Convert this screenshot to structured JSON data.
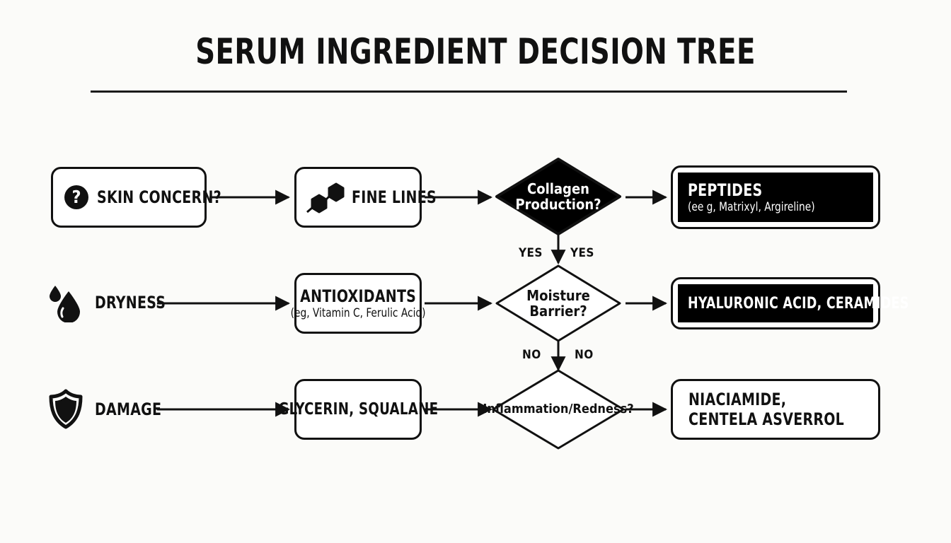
{
  "page": {
    "title": "SERUM INGREDIENT DECISION TREE",
    "background_color": "#fbfbf9",
    "ink_color": "#111111"
  },
  "rows": [
    {
      "start": {
        "label": "SKIN CONCERN?",
        "icon": "question-mark-circle-icon",
        "boxed": true
      },
      "step": {
        "label": "FINE LINES",
        "sublabel": "",
        "icon": "molecule-icon"
      },
      "decision": {
        "label_line1": "Collagen",
        "label_line2": "Production?",
        "style": "filled"
      },
      "result": {
        "label": "PEPTIDES",
        "sublabel": "(ee g, Matrixyl, Argireline)",
        "style": "black"
      }
    },
    {
      "start": {
        "label": "DRYNESS",
        "icon": "water-drop-icon",
        "boxed": false
      },
      "step": {
        "label": "ANTIOXIDANTS",
        "sublabel": "(eg, Vitamin C, Ferulic Acid)",
        "icon": ""
      },
      "decision": {
        "label_line1": "Moisture",
        "label_line2": "Barrier?",
        "style": "open"
      },
      "result": {
        "label": "HYALURONIC ACID, CERAMIDES",
        "sublabel": "",
        "style": "black"
      }
    },
    {
      "start": {
        "label": "DAMAGE",
        "icon": "shield-icon",
        "boxed": false
      },
      "step": {
        "label": "GLYCERIN, SQUALANE",
        "sublabel": "",
        "icon": ""
      },
      "decision": {
        "label_line1": "Inflammation/Redness?",
        "label_line2": "",
        "style": "open"
      },
      "result": {
        "label_line1": "NIACIAMIDE,",
        "label_line2": "CENTELA ASVERROL",
        "style": "outline"
      }
    }
  ],
  "edge_labels": {
    "yes_left": "YES",
    "yes_right": "YES",
    "no_left": "NO",
    "no_right": "NO"
  }
}
